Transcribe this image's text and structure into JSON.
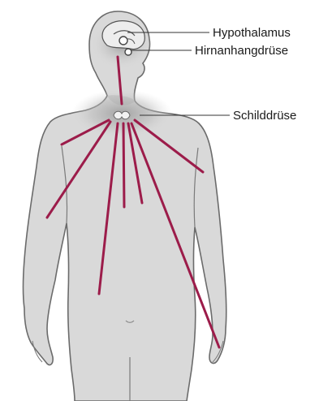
{
  "labels": {
    "hypothalamus": "Hypothalamus",
    "pituitary": "Hirnanhangdrüse",
    "thyroid": "Schilddrüse"
  },
  "colors": {
    "body_fill": "#d9d9d9",
    "body_outline": "#6b6b6b",
    "glow": "#a8a8a8",
    "ray": "#9c1c4a",
    "text": "#1a1a1a"
  }
}
